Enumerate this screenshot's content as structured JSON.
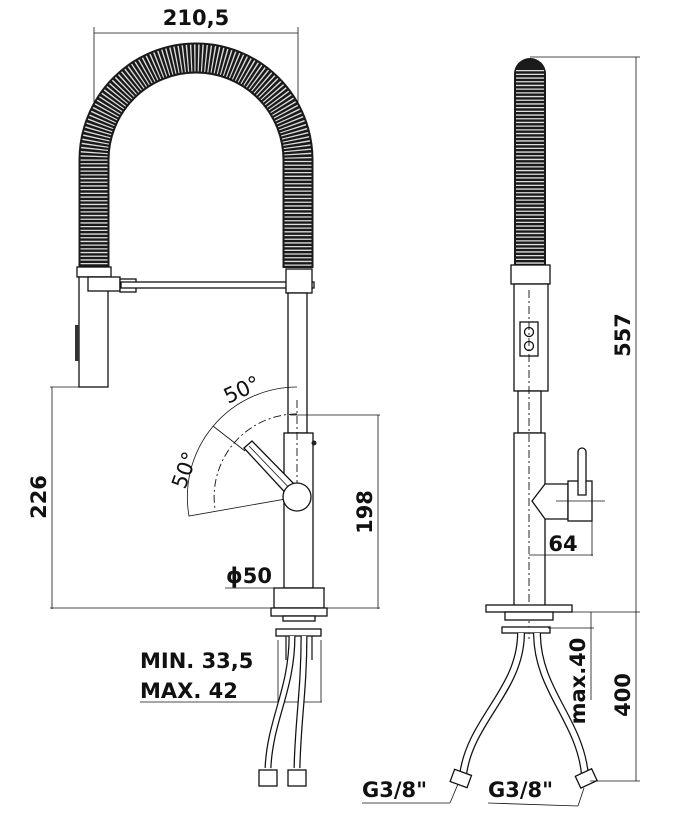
{
  "title": "Kitchen mixer with pull-out spring spout - technical drawing",
  "front_view": {
    "width_dim": "210,5",
    "spray_height_dim": "226",
    "lever_height_dim": "198",
    "lever_angle_up": "50°",
    "lever_angle_side": "50°",
    "base_diameter": "ϕ50",
    "deck_min": "MIN. 33,5",
    "deck_max": "MAX. 42"
  },
  "side_view": {
    "total_height_dim": "557",
    "lever_offset_dim": "64",
    "hose_length_dim": "400",
    "deck_max_dim": "max.40",
    "connection_left": "G3/8\"",
    "connection_right": "G3/8\""
  }
}
